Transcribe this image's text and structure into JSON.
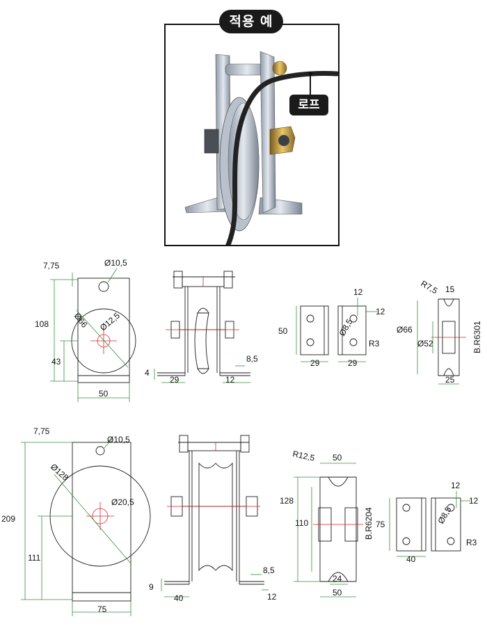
{
  "photo": {
    "title": "적용 예",
    "rope_label": "로프"
  },
  "small_pulley": {
    "front": {
      "d_top": "7,75",
      "hole": "Ø10,5",
      "wheel": "Ø66",
      "bore": "Ø12,5",
      "height": "108",
      "center": "43",
      "width": "50"
    },
    "side": {
      "plate": "4",
      "base": "29",
      "foot": "12",
      "slot": "8,5"
    },
    "bracket": {
      "height": "50",
      "left_w": "29",
      "right_w": "29",
      "top_off": "12",
      "right_off": "12",
      "hole": "Ø8,5",
      "radius": "R3"
    },
    "wheel": {
      "groove": "R7,5",
      "width_top": "15",
      "outer": "Ø66",
      "inner": "Ø52",
      "bearing": "B.R6301",
      "width": "25"
    }
  },
  "large_pulley": {
    "front": {
      "d_top": "7,75",
      "hole": "Ø10,5",
      "wheel": "Ø128",
      "bore": "Ø20,5",
      "height": "209",
      "center": "111",
      "width": "75"
    },
    "side": {
      "plate": "9",
      "base": "40",
      "slot": "8,5",
      "foot": "12"
    },
    "wheel": {
      "groove": "R12,5",
      "width_top": "50",
      "outer": "128",
      "inner": "110",
      "bearing": "B.R6204",
      "hub": "24",
      "width": "50"
    },
    "bracket": {
      "top_off": "12",
      "right_off": "12",
      "height": "75",
      "width": "40",
      "hole": "Ø8,5",
      "radius": "R3"
    }
  }
}
